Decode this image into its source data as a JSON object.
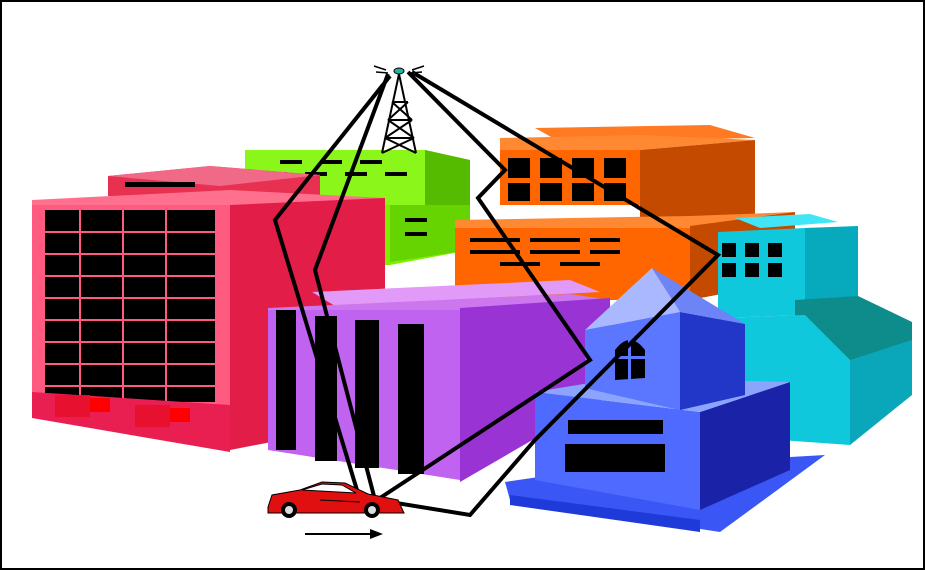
{
  "scene": {
    "elements": [
      {
        "name": "cell-tower",
        "kind": "radio tower"
      },
      {
        "name": "pink-office-building",
        "color": "#E8204A"
      },
      {
        "name": "green-building",
        "color": "#77EE00"
      },
      {
        "name": "orange-building",
        "color": "#FF6600"
      },
      {
        "name": "purple-building",
        "color": "#B03FE0"
      },
      {
        "name": "cyan-building",
        "color": "#10C8DC"
      },
      {
        "name": "blue-building",
        "color": "#4A6BFF"
      },
      {
        "name": "red-sports-car",
        "color": "#E01010"
      },
      {
        "name": "motion-arrow",
        "direction": "right"
      }
    ],
    "signal_paths": 4,
    "line_color": "#000000"
  }
}
